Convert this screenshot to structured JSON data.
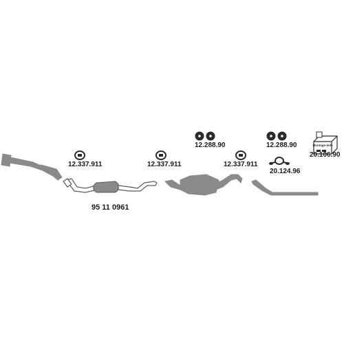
{
  "diagram": {
    "pipe_color": "#8a8a8a",
    "outline_color": "#5a5a5a",
    "accessory_color": "#2a2a2a",
    "parts": [
      {
        "id": "clamp-1",
        "icon": "clamp-icon",
        "label": "12.337.911"
      },
      {
        "id": "clamp-2",
        "icon": "clamp-icon",
        "label": "12.337.911"
      },
      {
        "id": "clamp-3",
        "icon": "clamp-icon",
        "label": "12.337.911"
      },
      {
        "id": "rubber-mount-1",
        "icon": "rubber-mount-icon",
        "label": "12.288.90"
      },
      {
        "id": "rubber-mount-2",
        "icon": "rubber-mount-icon",
        "label": "12.288.90"
      },
      {
        "id": "hanger-ring",
        "icon": "hanger-ring-icon",
        "label": "20.124.96"
      },
      {
        "id": "mounting-kit",
        "icon": "mounting-kit-icon",
        "label": "20.106.90",
        "box_text": "Montage-teile"
      },
      {
        "id": "middle-silencer",
        "icon": "silencer-icon",
        "label": "95 11 0961"
      }
    ]
  }
}
